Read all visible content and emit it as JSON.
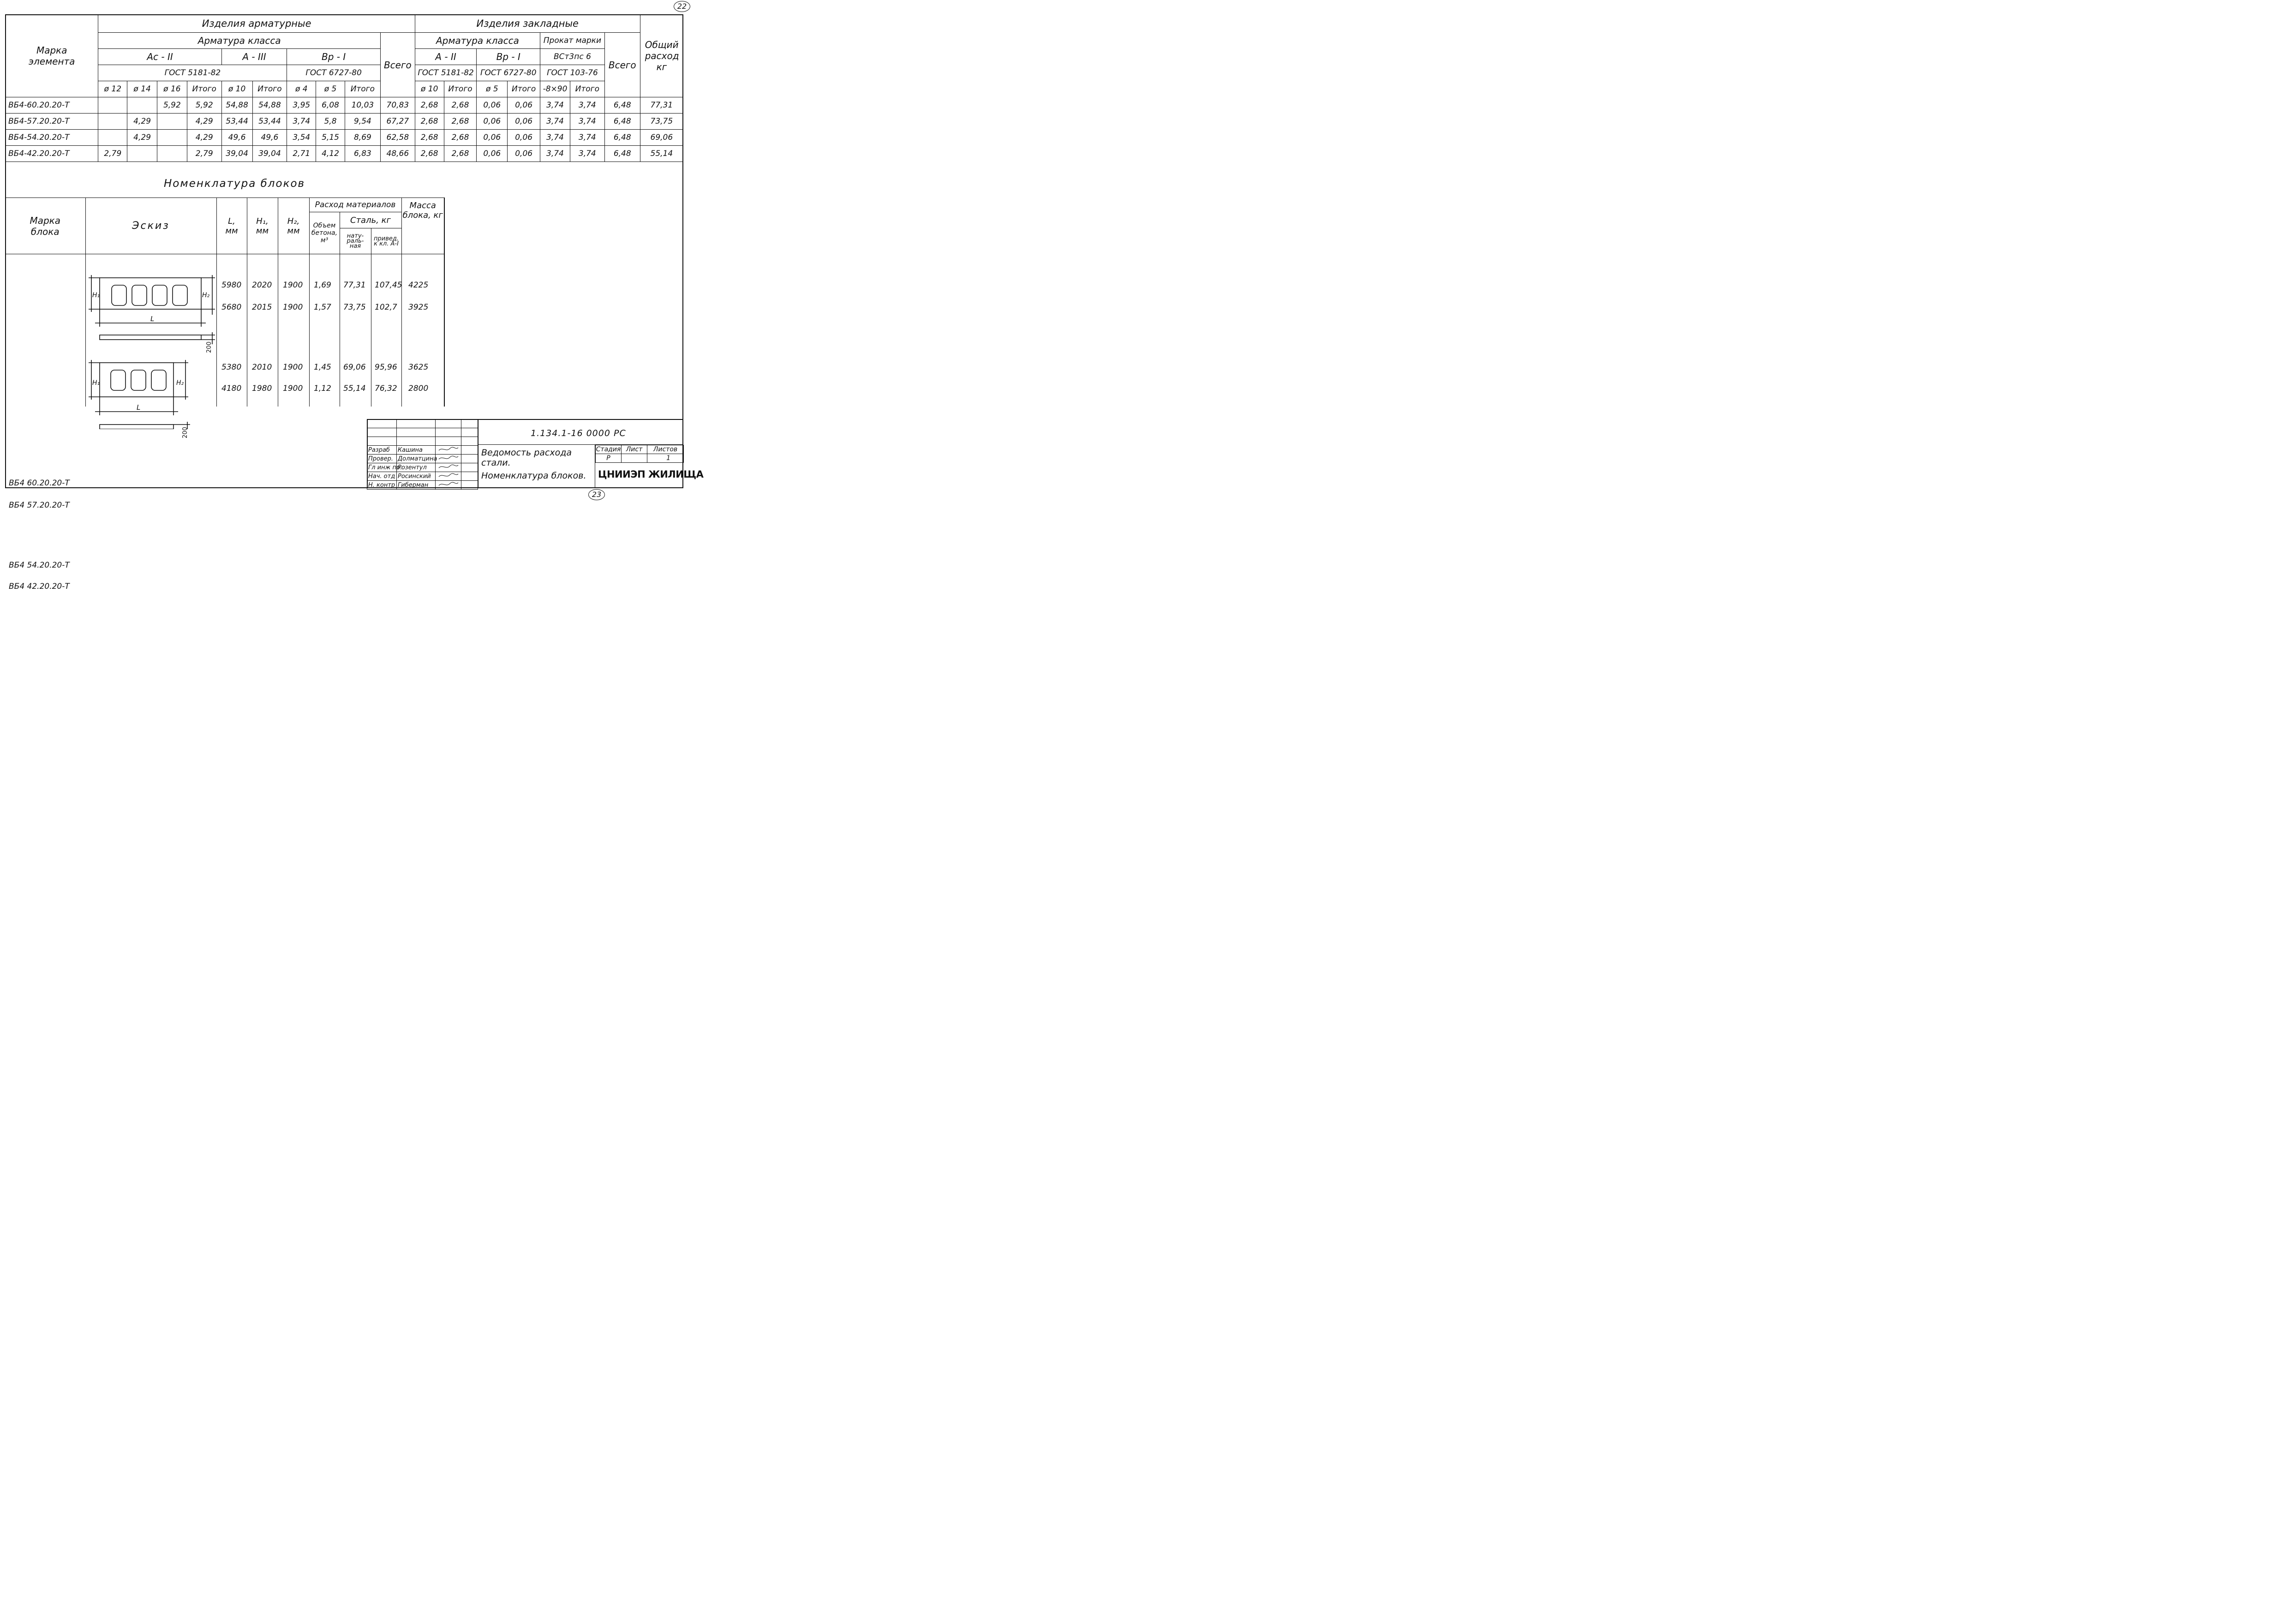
{
  "page_numbers": {
    "top": "22",
    "bottom": "23"
  },
  "steel_table": {
    "col_mark": "Марка элемента",
    "group_reinf": "Изделия арматурные",
    "group_embed": "Изделия закладные",
    "reinf_class": "Арматура класса",
    "embed_class": "Арматура класса",
    "rolled": "Прокат марки",
    "total": "Всего",
    "total_overall": "Общий расход кг",
    "class_ac2": "Ас - II",
    "class_a3": "А - III",
    "class_bp1": "Вр - I",
    "class_a2": "А - II",
    "class_bp1_e": "Вр - I",
    "rolled_grade": "ВСт3пс 6",
    "gost_5181": "ГОСТ 5181-82",
    "gost_6727": "ГОСТ 6727-80",
    "gost_5181_e": "ГОСТ 5181-82",
    "gost_6727_e": "ГОСТ 6727-80",
    "gost_103": "ГОСТ 103-76",
    "subcols": [
      "ø 12",
      "ø 14",
      "ø 16",
      "Итого",
      "ø 10",
      "Итого",
      "ø 4",
      "ø 5",
      "Итого",
      "ø 10",
      "Итого",
      "ø 5",
      "Итого",
      "-8×90",
      "Итого"
    ],
    "rows": [
      [
        "ВБ4-60.20.20-Т",
        "",
        "",
        "5,92",
        "5,92",
        "54,88",
        "54,88",
        "3,95",
        "6,08",
        "10,03",
        "70,83",
        "2,68",
        "2,68",
        "0,06",
        "0,06",
        "3,74",
        "3,74",
        "6,48",
        "77,31"
      ],
      [
        "ВБ4-57.20.20-Т",
        "",
        "4,29",
        "",
        "4,29",
        "53,44",
        "53,44",
        "3,74",
        "5,8",
        "9,54",
        "67,27",
        "2,68",
        "2,68",
        "0,06",
        "0,06",
        "3,74",
        "3,74",
        "6,48",
        "73,75"
      ],
      [
        "ВБ4-54.20.20-Т",
        "",
        "4,29",
        "",
        "4,29",
        "49,6",
        "49,6",
        "3,54",
        "5,15",
        "8,69",
        "62,58",
        "2,68",
        "2,68",
        "0,06",
        "0,06",
        "3,74",
        "3,74",
        "6,48",
        "69,06"
      ],
      [
        "ВБ4-42.20.20-Т",
        "2,79",
        "",
        "",
        "2,79",
        "39,04",
        "39,04",
        "2,71",
        "4,12",
        "6,83",
        "48,66",
        "2,68",
        "2,68",
        "0,06",
        "0,06",
        "3,74",
        "3,74",
        "6,48",
        "55,14"
      ]
    ]
  },
  "nomenclature": {
    "title": "Номенклатура блоков",
    "col_mark": "Марка блока",
    "col_sketch": "Эскиз",
    "col_l": "L, мм",
    "col_h1": "H₁, мм",
    "col_h2": "H₂, мм",
    "col_consumption": "Расход материалов",
    "col_concrete": "Объем бетона, м³",
    "col_steel": "Сталь, кг",
    "col_natural": "нату-раль-ная",
    "col_reduced": "привед. к кл. А-I",
    "col_mass": "Масса блока, кг",
    "sketch_labels": {
      "h1": "H₁",
      "h2": "H₂",
      "l": "L",
      "dim": "200"
    },
    "rows": [
      [
        "ВБ4 60.20.20-Т",
        "5980",
        "2020",
        "1900",
        "1,69",
        "77,31",
        "107,45",
        "4225"
      ],
      [
        "ВБ4 57.20.20-Т",
        "5680",
        "2015",
        "1900",
        "1,57",
        "73,75",
        "102,7",
        "3925"
      ],
      [
        "ВБ4 54.20.20-Т",
        "5380",
        "2010",
        "1900",
        "1,45",
        "69,06",
        "95,96",
        "3625"
      ],
      [
        "ВБ4 42.20.20-Т",
        "4180",
        "1980",
        "1900",
        "1,12",
        "55,14",
        "76,32",
        "2800"
      ]
    ]
  },
  "stamp": {
    "code": "1.134.1-16 0000 РС",
    "title_line1": "Ведомость расхода",
    "title_line2": "стали.",
    "title_line3": "Номенклатура блоков.",
    "stage_label": "Стадия",
    "sheet_label": "Лист",
    "sheets_label": "Листов",
    "stage": "Р",
    "sheet": "",
    "sheets": "1",
    "org": "ЦНИИЭП ЖИЛИЩА",
    "roles": [
      {
        "role": "Разраб",
        "name": "Кашина"
      },
      {
        "role": "Провер.",
        "name": "Долматцина"
      },
      {
        "role": "Гл инж пр.",
        "name": "Розентул"
      },
      {
        "role": "Нач. отд",
        "name": "Росинский"
      },
      {
        "role": "Н. контр",
        "name": "Гиберман"
      }
    ]
  }
}
